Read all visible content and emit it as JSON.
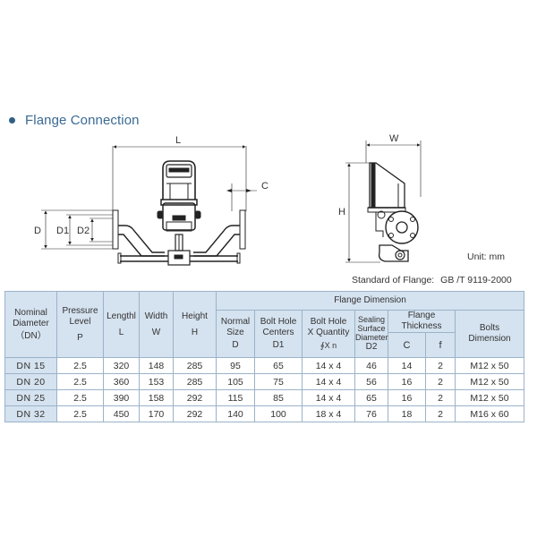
{
  "section": {
    "bullet_icon": "bullet-dot",
    "title": "Flange Connection"
  },
  "drawing": {
    "front_view": {
      "labels": {
        "length": "L",
        "flange_thickness": "C",
        "outer_diameter": "D",
        "bolt_circle": "D1",
        "seal_diameter": "D2"
      }
    },
    "side_view": {
      "labels": {
        "width": "W",
        "height": "H"
      }
    },
    "unit_label": "Unit:  mm",
    "standard_label": "Standard of Flange:",
    "standard_value": "GB /T 9119-2000"
  },
  "table": {
    "headers": {
      "nominal": {
        "line1": "Nominal",
        "line2": "Diameter",
        "line3": "（DN）"
      },
      "pressure": {
        "line1": "Pressure",
        "line2": "Level",
        "symbol": "P"
      },
      "length": {
        "line1": "Lengthl",
        "symbol": "L"
      },
      "width": {
        "line1": "Width",
        "symbol": "W"
      },
      "height": {
        "line1": "Height",
        "symbol": "H"
      },
      "flange_group": "Flange Dimension",
      "normal_size": {
        "line1": "Normal",
        "line2": "Size",
        "symbol": "D"
      },
      "bolt_centers": {
        "line1": "Bolt Hole",
        "line2": "Centers",
        "symbol": "D1"
      },
      "bolt_qty": {
        "line1": "Bolt Hole",
        "line2": "X Quantity",
        "symbol": "∮X n"
      },
      "sealing": {
        "line1": "Sealing",
        "line2": "Surface",
        "line3": "Diameter",
        "symbol": "D2"
      },
      "thickness_group": "Flange Thickness",
      "thickness_c": "C",
      "thickness_f": "f",
      "bolts": {
        "line1": "Bolts",
        "line2": "Dimension"
      }
    },
    "rows": [
      {
        "dn": "DN 15",
        "p": "2.5",
        "l": "320",
        "w": "148",
        "h": "285",
        "d": "95",
        "d1": "65",
        "qty": "14 x 4",
        "d2": "46",
        "c": "14",
        "f": "2",
        "bolts": "M12 x 50"
      },
      {
        "dn": "DN 20",
        "p": "2.5",
        "l": "360",
        "w": "153",
        "h": "285",
        "d": "105",
        "d1": "75",
        "qty": "14 x 4",
        "d2": "56",
        "c": "16",
        "f": "2",
        "bolts": "M12 x 50"
      },
      {
        "dn": "DN 25",
        "p": "2.5",
        "l": "390",
        "w": "158",
        "h": "292",
        "d": "115",
        "d1": "85",
        "qty": "14 x 4",
        "d2": "65",
        "c": "16",
        "f": "2",
        "bolts": "M12 x 50"
      },
      {
        "dn": "DN 32",
        "p": "2.5",
        "l": "450",
        "w": "170",
        "h": "292",
        "d": "140",
        "d1": "100",
        "qty": "18 x 4",
        "d2": "76",
        "c": "18",
        "f": "2",
        "bolts": "M16 x 60"
      }
    ]
  },
  "colors": {
    "heading": "#3a6a93",
    "header_bg": "#d5e2ef",
    "border": "#9ab3c9"
  }
}
